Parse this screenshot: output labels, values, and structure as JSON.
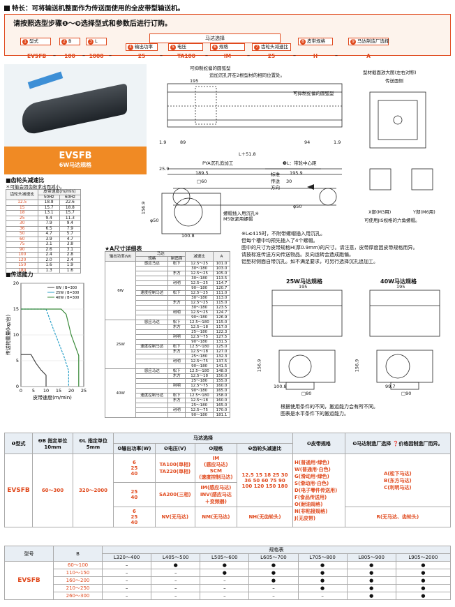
{
  "header": {
    "title": "特长：可将输送机整面作为传送面使用的全皮带型输送机。"
  },
  "selection": {
    "title": "请按照选型步骤❶～❾选择型式和参数后进行订购。",
    "steps": [
      {
        "n": "1",
        "label": "型式",
        "code": "EVSFB"
      },
      {
        "n": "2",
        "label": "B",
        "code": "100"
      },
      {
        "n": "3",
        "label": "L",
        "code": "1000"
      },
      {
        "n": "4",
        "label": "输出功率",
        "code": "25"
      },
      {
        "n": "5",
        "label": "电压",
        "code": "TA100"
      },
      {
        "n": "6",
        "label": "规格",
        "code": "IM"
      },
      {
        "n": "7",
        "label": "齿轮头减速比",
        "code": "25"
      },
      {
        "n": "8",
        "label": "皮带规格",
        "code": "H"
      },
      {
        "n": "9",
        "label": "马达制造厂选择",
        "code": "A"
      }
    ],
    "motor_group": "马达选择"
  },
  "product": {
    "name": "EVSFB",
    "sub": "6W马达规格"
  },
  "gear_table": {
    "title": "■齿轮头减速比",
    "note": "＊可能会因齿数求出而减小。",
    "headers": [
      "齿轮头减速比",
      "皮带速度(m/min)",
      "50Hz",
      "60Hz"
    ],
    "rows": [
      [
        "12.5",
        "18.8",
        "22.6"
      ],
      [
        "15",
        "15.7",
        "18.8"
      ],
      [
        "18",
        "13.1",
        "15.7"
      ],
      [
        "25",
        "9.4",
        "11.3"
      ],
      [
        "30",
        "7.9",
        "9.4"
      ],
      [
        "36",
        "6.5",
        "7.9"
      ],
      [
        "50",
        "4.7",
        "5.7"
      ],
      [
        "60",
        "3.9",
        "4.7"
      ],
      [
        "75",
        "3.1",
        "3.8"
      ],
      [
        "90",
        "2.6",
        "3.1"
      ],
      [
        "100",
        "2.4",
        "2.8"
      ],
      [
        "120",
        "2.0",
        "2.4"
      ],
      [
        "150",
        "1.6",
        "1.9"
      ],
      [
        "180",
        "1.3",
        "1.6"
      ]
    ]
  },
  "capacity": {
    "title": "■传送能力",
    "ylabel": "传送物重量(kg/台)",
    "xlabel": "皮带速度(m/min)",
    "legend": [
      "6W / B=300",
      "25W / B=300",
      "40W / B=300"
    ]
  },
  "chart_data": {
    "type": "line",
    "title": "传送能力",
    "xlabel": "皮带速度(m/min)",
    "ylabel": "传送物重量(kg/台)",
    "xlim": [
      0,
      25
    ],
    "ylim": [
      0,
      20
    ],
    "xticks": [
      "0",
      "5",
      "10",
      "15",
      "20",
      "25"
    ],
    "yticks": [
      "0",
      "5",
      "10",
      "15",
      "20"
    ],
    "series": [
      {
        "name": "6W / B=300",
        "color": "#444444",
        "x": [
          0,
          4,
          6,
          8,
          10,
          10
        ],
        "y": [
          6.2,
          6.2,
          4.5,
          3.2,
          2.2,
          0
        ]
      },
      {
        "name": "25W / B=300",
        "color": "#2aa0c8",
        "x": [
          0,
          10,
          13,
          17,
          19,
          19
        ],
        "y": [
          15,
          15,
          11,
          6,
          3,
          0
        ]
      },
      {
        "name": "40W / B=300",
        "color": "#3a8a3a",
        "x": [
          0,
          16,
          18,
          20,
          23,
          23
        ],
        "y": [
          15,
          15,
          14,
          10,
          6,
          0
        ]
      }
    ]
  },
  "drawing": {
    "labels": {
      "arc1": "可抑制蛇偏的圆弧型",
      "hole": "追加沉孔开在2根型材的相同位置处。",
      "arc2": "可抑制蛇偏的圆弧型",
      "section": "型材截面放大图(左右对称)",
      "section2": "传送面侧",
      "pya": "PYA沉孔追加工",
      "lhead": "❸L：带轮中心距",
      "std": "标准",
      "dir": "传送",
      "dir2": "方向",
      "screw": "螺帽插入用沉孔※",
      "m5": "M5张紧用螺帽",
      "xpart": "X部(M3用)",
      "ypart": "Y部(M6用)",
      "jis": "可使用JIS规格的六角螺帽。",
      "d195": "195",
      "d89": "89",
      "d94": "94",
      "d19": "1.9",
      "d19b": "1.9",
      "l518": "L＋51.8",
      "d259": "25.9",
      "d1895": "189.5",
      "d1959": "195.9",
      "d30": "30",
      "phi50": "φ50",
      "d1008": "100.8",
      "d1569": "156.9",
      "sq60": "□60"
    }
  },
  "notes": [
    "※L≤415时，不附带螺帽插入用沉孔。",
    "但每个槽中均预先插入了4个螺帽。",
    "图中的尺寸为皮带规格H(厚0.9mm)的尺寸。请注意，皮带厚度因皮带规格而异。",
    "请按标准传送方向传送物品。反向运转会造成跑偏。",
    "铝型材侧面自带沉孔。如不满足要求，可另行选择沉孔追加工。"
  ],
  "alt_views": {
    "w25": "25W马达规格",
    "w40": "40W马达规格",
    "d195a": "195",
    "d195b": "195",
    "d1008": "100.8",
    "sq80": "□80",
    "d997": "99.7",
    "sq90": "□90",
    "d1569a": "156.9",
    "d1569b": "156.9"
  },
  "alt_notes": [
    "根据使用条件的不同，搬运能力会有所不同。",
    "图表是水平条件下的搬运能力。"
  ],
  "axdetail": {
    "title": "★A尺寸详细表",
    "headers": [
      "输出功率(W)",
      "马达",
      "规格",
      "制造商",
      "减速比",
      "A"
    ],
    "groups": [
      {
        "w": "6W",
        "rows": [
          [
            "感应马达",
            "松下",
            "12.5～25",
            "101.0"
          ],
          [
            "",
            "",
            "30～180",
            "103.0"
          ],
          [
            "",
            "东方",
            "12.5～25",
            "105.0"
          ],
          [
            "",
            "",
            "30～180",
            "113.5"
          ],
          [
            "",
            "利明",
            "12.5～25",
            "114.7"
          ],
          [
            "",
            "",
            "90～180",
            "120.7"
          ],
          [
            "速度控制马达",
            "松下",
            "12.5～25",
            "111.0"
          ],
          [
            "",
            "",
            "30～180",
            "113.0"
          ],
          [
            "",
            "东方",
            "12.5～25",
            "115.0"
          ],
          [
            "",
            "",
            "30～180",
            "123.5"
          ],
          [
            "",
            "利明",
            "12.5～25",
            "124.7"
          ],
          [
            "",
            "",
            "90～180",
            "126.9"
          ]
        ]
      },
      {
        "w": "25W",
        "rows": [
          [
            "感应马达",
            "松下",
            "12.5～180",
            "115.0"
          ],
          [
            "",
            "东方",
            "12.5～18",
            "117.0"
          ],
          [
            "",
            "",
            "25～180",
            "122.3"
          ],
          [
            "",
            "利明",
            "12.5～75",
            "127.5"
          ],
          [
            "",
            "",
            "90～180",
            "131.5"
          ],
          [
            "速度控制马达",
            "松下",
            "12.5～180",
            "125.0"
          ],
          [
            "",
            "东方",
            "12.5～18",
            "127.0"
          ],
          [
            "",
            "",
            "25～180",
            "132.3"
          ],
          [
            "",
            "利明",
            "12.5～75",
            "137.5"
          ],
          [
            "",
            "",
            "90～180",
            "141.5"
          ]
        ]
      },
      {
        "w": "40W",
        "rows": [
          [
            "感应马达",
            "松下",
            "12.5～180",
            "148.0"
          ],
          [
            "",
            "东方",
            "12.5～18",
            "150.0"
          ],
          [
            "",
            "",
            "25～180",
            "155.0"
          ],
          [
            "",
            "利明",
            "12.5～75",
            "160.0"
          ],
          [
            "",
            "",
            "90～180",
            "165.0"
          ],
          [
            "速度控制马达",
            "松下",
            "12.5～180",
            "158.0"
          ],
          [
            "",
            "东方",
            "12.5～18",
            "160.0"
          ],
          [
            "",
            "",
            "25～180",
            "165.0"
          ],
          [
            "",
            "利明",
            "12.5～75",
            "170.0"
          ],
          [
            "",
            "",
            "90～180",
            "181.1"
          ]
        ]
      }
    ]
  },
  "main_table": {
    "headers": {
      "type": "❶型式",
      "b": "❷B 指定单位10mm",
      "l": "❸L 指定单位5mm",
      "motor": "马达选择",
      "out": "❹输出功率(W)",
      "volt": "❺电压(V)",
      "spec": "❻规格",
      "gear": "❼齿轮头减速比",
      "belt": "❽皮带规格",
      "maker": "❾马达制造厂选择 ❓价格因制造厂而异。"
    },
    "type_val": "EVSFB",
    "b_val": "60～300",
    "l_val": "320～2000",
    "rows": [
      {
        "out": "6\n25\n40",
        "volt": "TA100(单相)\nTA220(单相)",
        "spec": "IM\n(感应马达)\nSCM\n(速度控制马达)"
      },
      {
        "out": "25\n40",
        "volt": "SA200(三相)",
        "spec": "IM(感应马达)\nINV(感应马达\n＋变频器)"
      },
      {
        "out": "6\n25\n40",
        "volt": "NV(无马达)",
        "spec": "NM(无马达)"
      }
    ],
    "gear_vals": "12.5 15 18 25 30\n36 50 60 75 90\n100 120 150 180",
    "gear_none": "NH(无齿轮头)",
    "belt_vals": "H(普通用·绿色)\nW(普通用·白色)\nG(滑动用·绿色)\nS(滑动用·白色)\nD(电子零件传送用)\nF(食品传送用)\nO(耐油规格)\nN(非粘接规格)\nJ(无皮带)",
    "maker_vals": "A(松下马达)\nB(东方马达)\nC(利明马达)",
    "maker_none": "R(无马达、齿轮头)"
  },
  "spec_table": {
    "title": "规格表",
    "type_h": "型号",
    "b_h": "B",
    "cols": [
      "L320～400",
      "L405～500",
      "L505～600",
      "L605～700",
      "L705～800",
      "L805～900",
      "L905～2000"
    ],
    "type_val": "EVSFB",
    "rows": [
      {
        "b": "60～100",
        "v": [
          "–",
          "●",
          "●",
          "●",
          "●",
          "●",
          "●"
        ]
      },
      {
        "b": "110～150",
        "v": [
          "–",
          "–",
          "●",
          "●",
          "●",
          "●",
          "●"
        ]
      },
      {
        "b": "160～200",
        "v": [
          "–",
          "–",
          "–",
          "●",
          "●",
          "●",
          "●"
        ]
      },
      {
        "b": "210～250",
        "v": [
          "–",
          "–",
          "–",
          "–",
          "●",
          "●",
          "●"
        ]
      },
      {
        "b": "260～300",
        "v": [
          "–",
          "–",
          "–",
          "–",
          "–",
          "●",
          "●"
        ]
      }
    ]
  }
}
